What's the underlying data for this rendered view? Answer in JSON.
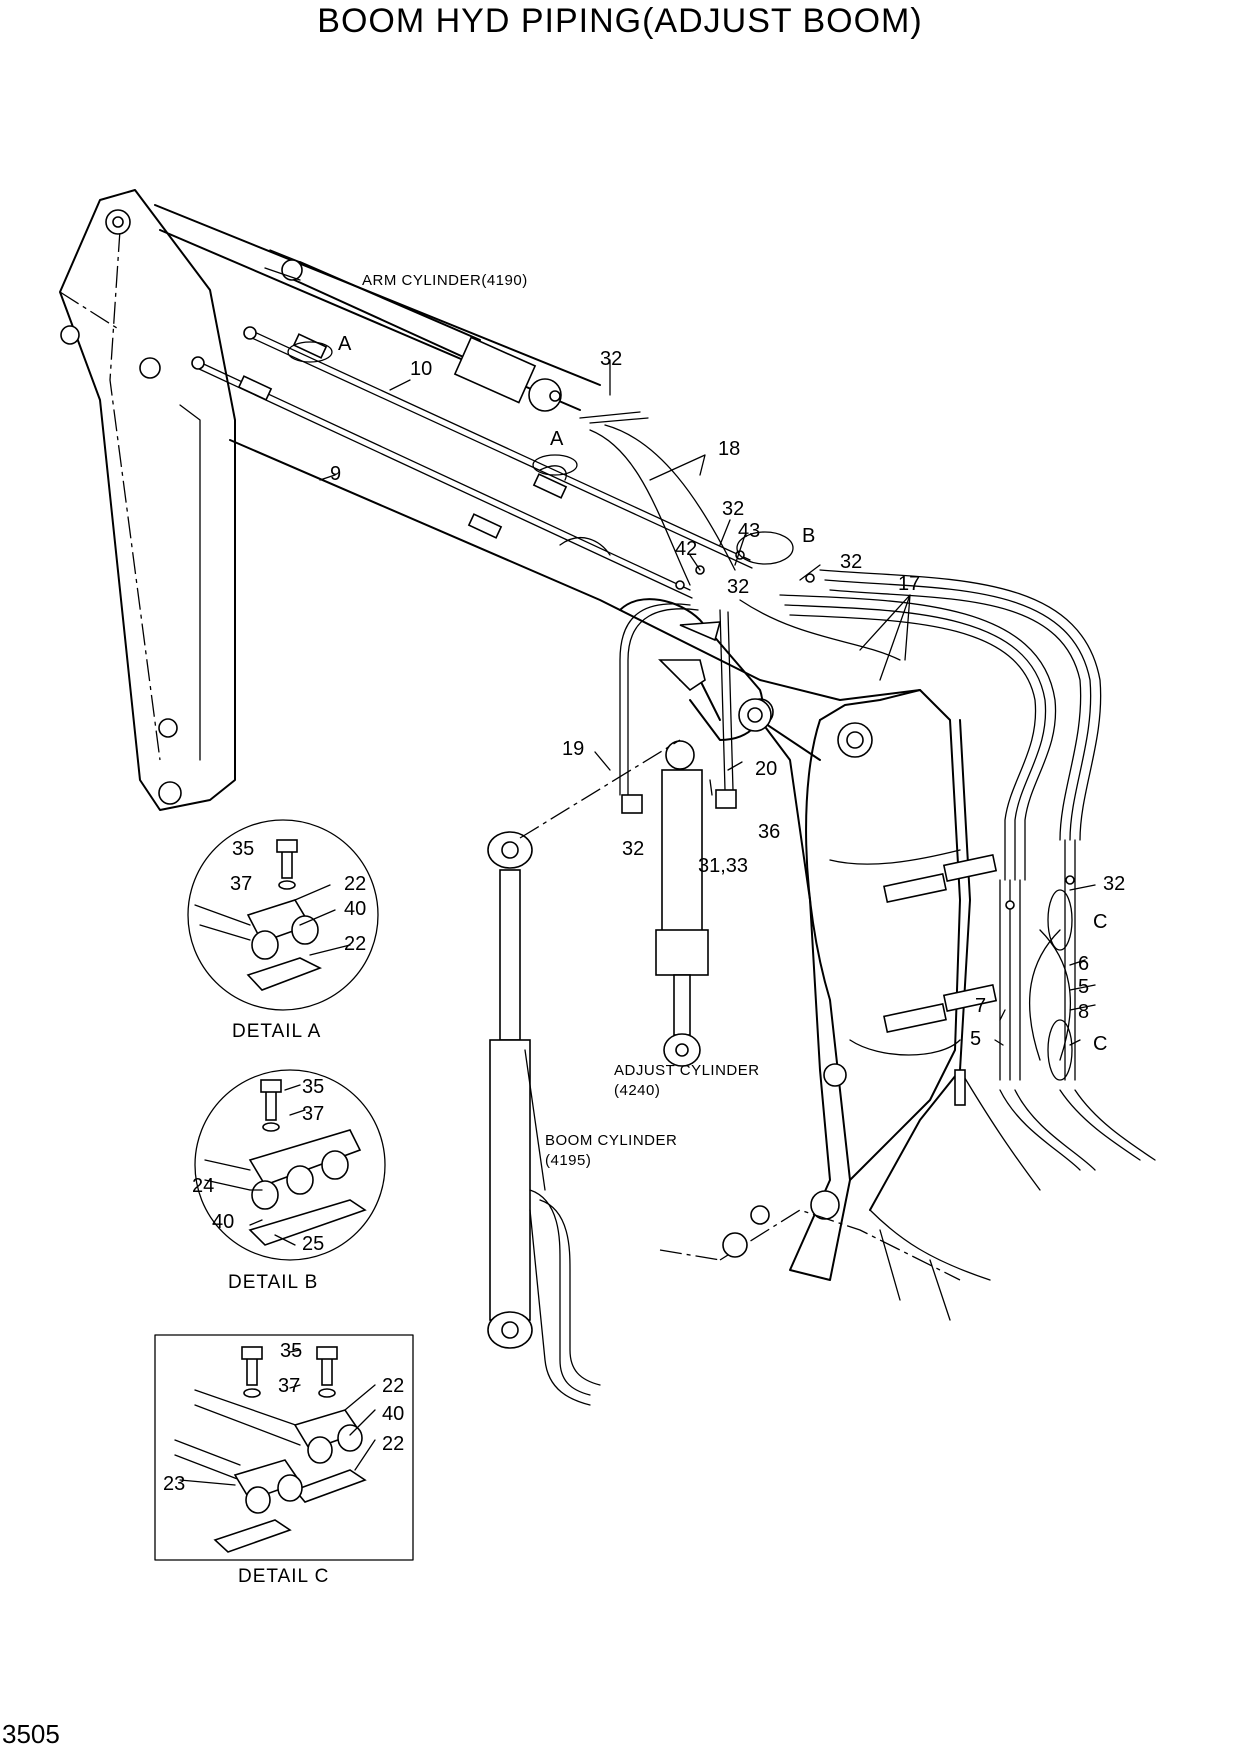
{
  "title": "BOOM HYD PIPING(ADJUST BOOM)",
  "page_number": "3505",
  "component_labels": {
    "arm_cylinder": "ARM CYLINDER(4190)",
    "adjust_cylinder_1": "ADJUST CYLINDER",
    "adjust_cylinder_2": "(4240)",
    "boom_cylinder_1": "BOOM CYLINDER",
    "boom_cylinder_2": "(4195)"
  },
  "detail_labels": {
    "a": "DETAIL  A",
    "b": "DETAIL  B",
    "c": "DETAIL  C"
  },
  "callouts": {
    "c_10": "10",
    "c_9": "9",
    "c_A1": "A",
    "c_A2": "A",
    "c_32a": "32",
    "c_18": "18",
    "c_32b": "32",
    "c_43": "43",
    "c_B": "B",
    "c_42": "42",
    "c_32c": "32",
    "c_32d": "32",
    "c_17": "17",
    "c_19": "19",
    "c_20": "20",
    "c_36": "36",
    "c_32e": "32",
    "c_3133": "31,33",
    "c_32f": "32",
    "c_C1": "C",
    "c_6": "6",
    "c_5a": "5",
    "c_8": "8",
    "c_7": "7",
    "c_5b": "5",
    "c_C2": "C",
    "dA_35": "35",
    "dA_37": "37",
    "dA_22a": "22",
    "dA_40": "40",
    "dA_22b": "22",
    "dB_35": "35",
    "dB_37": "37",
    "dB_24": "24",
    "dB_40": "40",
    "dB_25": "25",
    "dC_35": "35",
    "dC_37": "37",
    "dC_22a": "22",
    "dC_40": "40",
    "dC_22b": "22",
    "dC_23": "23"
  }
}
